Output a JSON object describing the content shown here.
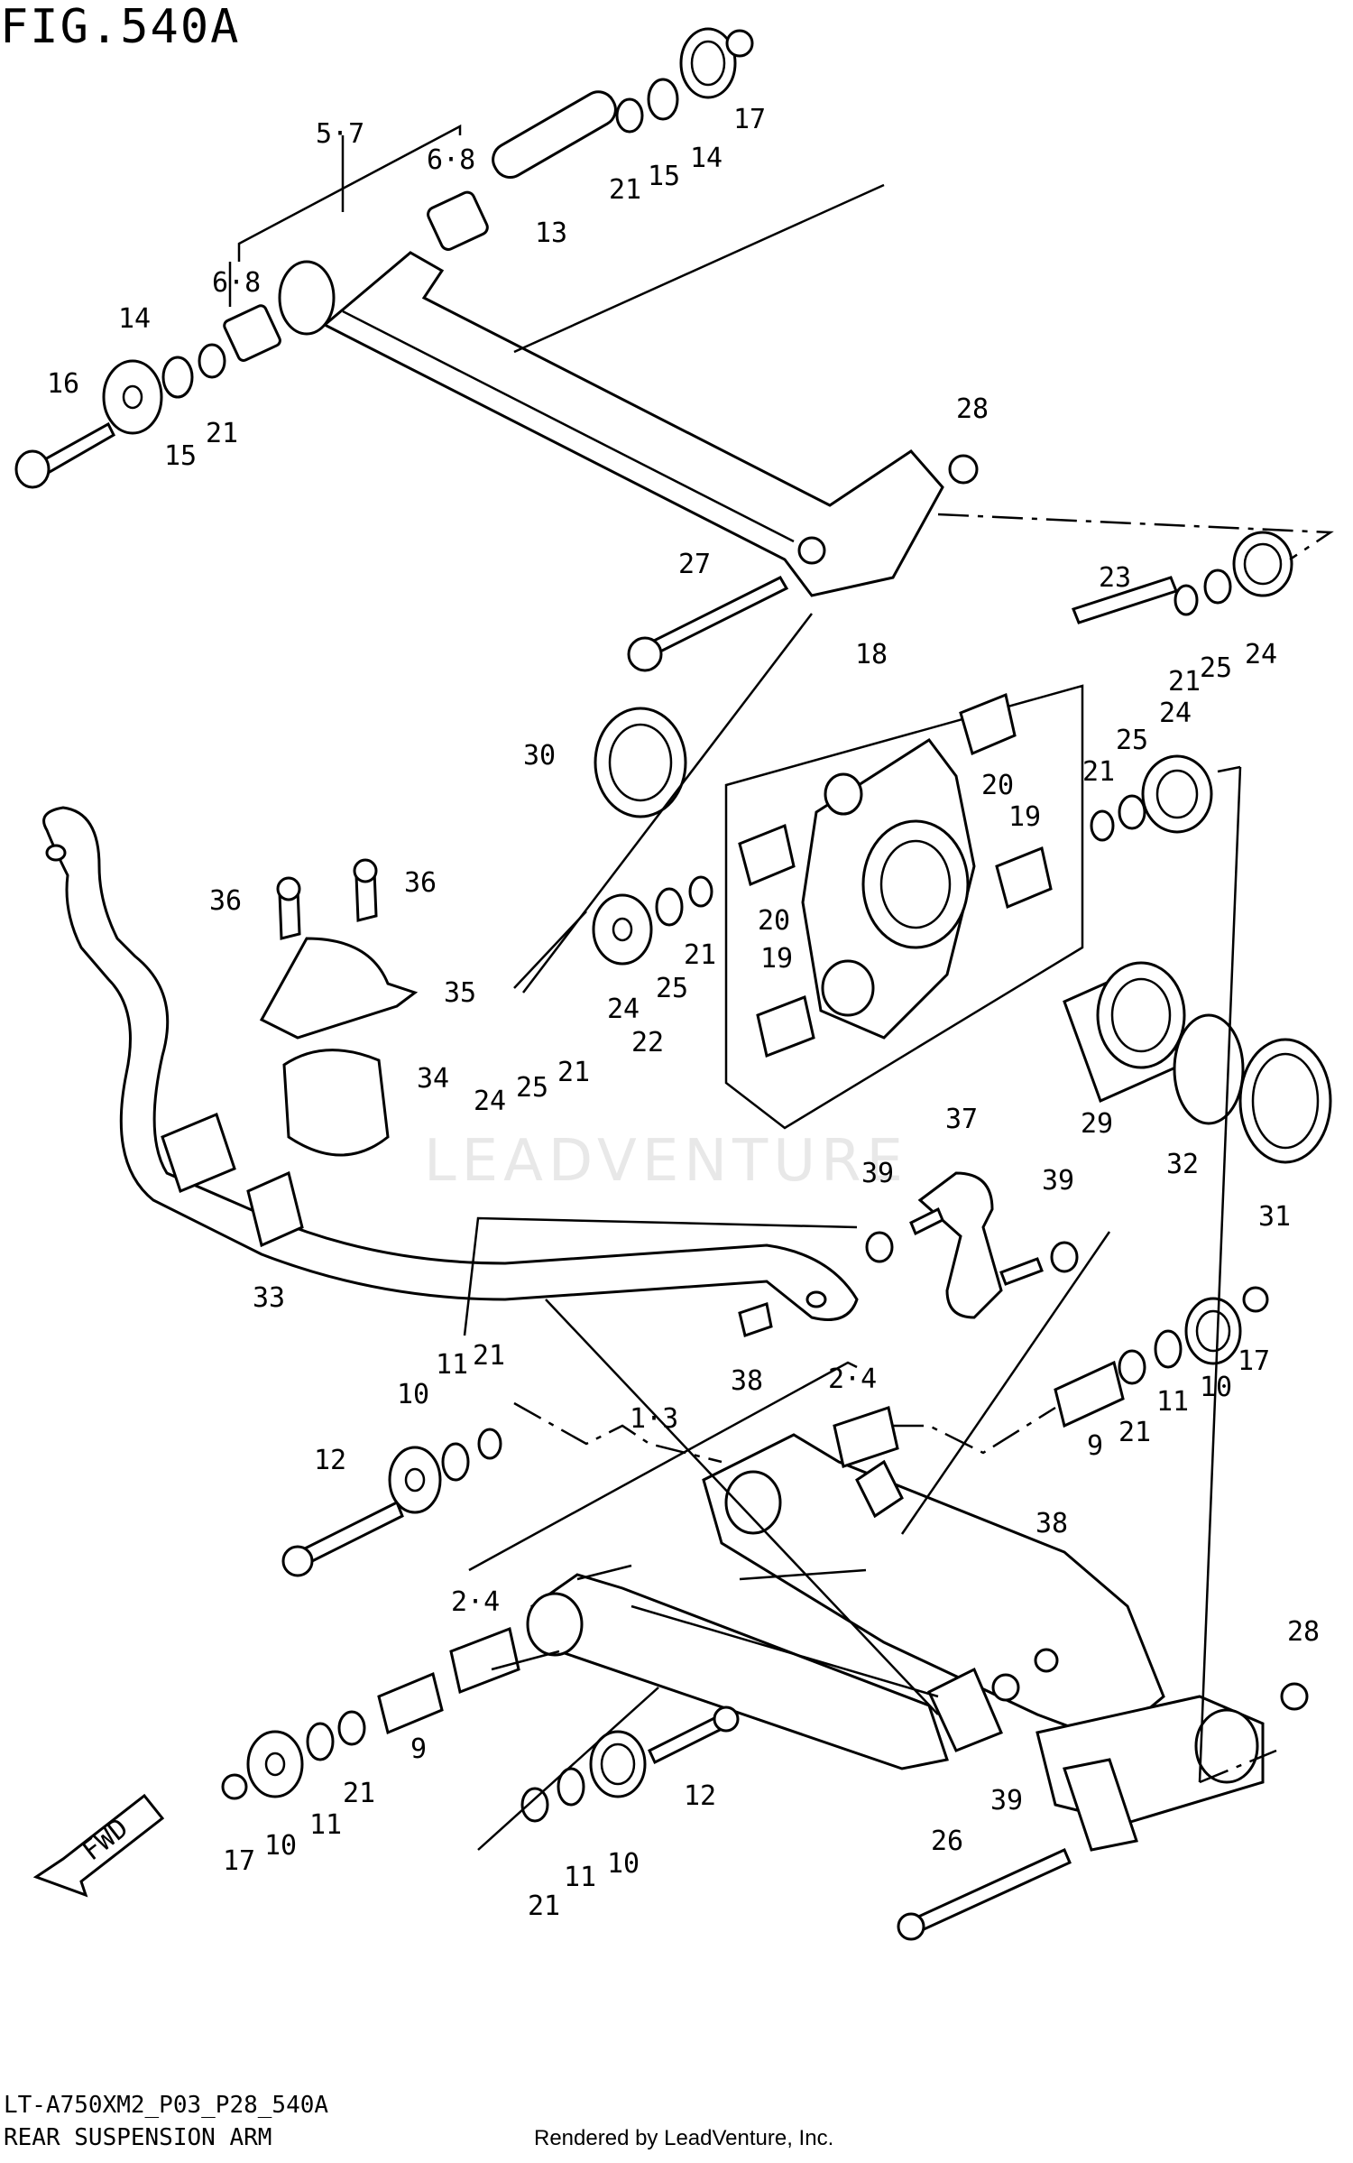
{
  "header": {
    "figure_title": "FIG.540A"
  },
  "footer": {
    "model_code": "LT-A750XM2_P03_P28_540A",
    "section_name": "REAR SUSPENSION ARM",
    "credit": "Rendered by LeadVenture, Inc."
  },
  "watermark": "LEADVENTURE",
  "fwd_label": "FWD",
  "callouts": [
    {
      "id": "c17a",
      "text": "17"
    },
    {
      "id": "c14a",
      "text": "14"
    },
    {
      "id": "c15a",
      "text": "15"
    },
    {
      "id": "c21a",
      "text": "21"
    },
    {
      "id": "c13",
      "text": "13"
    },
    {
      "id": "c68a",
      "text": "6·8"
    },
    {
      "id": "c57",
      "text": "5·7"
    },
    {
      "id": "c68b",
      "text": "6·8"
    },
    {
      "id": "c14b",
      "text": "14"
    },
    {
      "id": "c16",
      "text": "16"
    },
    {
      "id": "c15b",
      "text": "15"
    },
    {
      "id": "c21b",
      "text": "21"
    },
    {
      "id": "c28a",
      "text": "28"
    },
    {
      "id": "c27",
      "text": "27"
    },
    {
      "id": "c23",
      "text": "23"
    },
    {
      "id": "c21c",
      "text": "21"
    },
    {
      "id": "c25a",
      "text": "25"
    },
    {
      "id": "c24a",
      "text": "24"
    },
    {
      "id": "c18",
      "text": "18"
    },
    {
      "id": "c30",
      "text": "30"
    },
    {
      "id": "c24b",
      "text": "24"
    },
    {
      "id": "c25b",
      "text": "25"
    },
    {
      "id": "c21d",
      "text": "21"
    },
    {
      "id": "c20a",
      "text": "20"
    },
    {
      "id": "c19a",
      "text": "19"
    },
    {
      "id": "c20b",
      "text": "20"
    },
    {
      "id": "c21e",
      "text": "21"
    },
    {
      "id": "c24c",
      "text": "24"
    },
    {
      "id": "c25c",
      "text": "25"
    },
    {
      "id": "c19b",
      "text": "19"
    },
    {
      "id": "c36a",
      "text": "36"
    },
    {
      "id": "c36b",
      "text": "36"
    },
    {
      "id": "c35",
      "text": "35"
    },
    {
      "id": "c34",
      "text": "34"
    },
    {
      "id": "c22",
      "text": "22"
    },
    {
      "id": "c29",
      "text": "29"
    },
    {
      "id": "c32",
      "text": "32"
    },
    {
      "id": "c31",
      "text": "31"
    },
    {
      "id": "c24d",
      "text": "24"
    },
    {
      "id": "c25d",
      "text": "25"
    },
    {
      "id": "c21f",
      "text": "21"
    },
    {
      "id": "c37",
      "text": "37"
    },
    {
      "id": "c39a",
      "text": "39"
    },
    {
      "id": "c39b",
      "text": "39"
    },
    {
      "id": "c33",
      "text": "33"
    },
    {
      "id": "c38a",
      "text": "38"
    },
    {
      "id": "c17b",
      "text": "17"
    },
    {
      "id": "c11a",
      "text": "11"
    },
    {
      "id": "c10a",
      "text": "10"
    },
    {
      "id": "c9a",
      "text": "9"
    },
    {
      "id": "c21g",
      "text": "21"
    },
    {
      "id": "c11b",
      "text": "11"
    },
    {
      "id": "c21h",
      "text": "21"
    },
    {
      "id": "c10b",
      "text": "10"
    },
    {
      "id": "c12a",
      "text": "12"
    },
    {
      "id": "c24e",
      "text": "2·4"
    },
    {
      "id": "c13b",
      "text": "1·3"
    },
    {
      "id": "c38b",
      "text": "38"
    },
    {
      "id": "c24f",
      "text": "2·4"
    },
    {
      "id": "c9b",
      "text": "9"
    },
    {
      "id": "c28b",
      "text": "28"
    },
    {
      "id": "c21i",
      "text": "21"
    },
    {
      "id": "c11c",
      "text": "11"
    },
    {
      "id": "c10c",
      "text": "10"
    },
    {
      "id": "c17c",
      "text": "17"
    },
    {
      "id": "c12b",
      "text": "12"
    },
    {
      "id": "c39c",
      "text": "39"
    },
    {
      "id": "c26",
      "text": "26"
    },
    {
      "id": "c11d",
      "text": "11"
    },
    {
      "id": "c10d",
      "text": "10"
    },
    {
      "id": "c21j",
      "text": "21"
    }
  ]
}
